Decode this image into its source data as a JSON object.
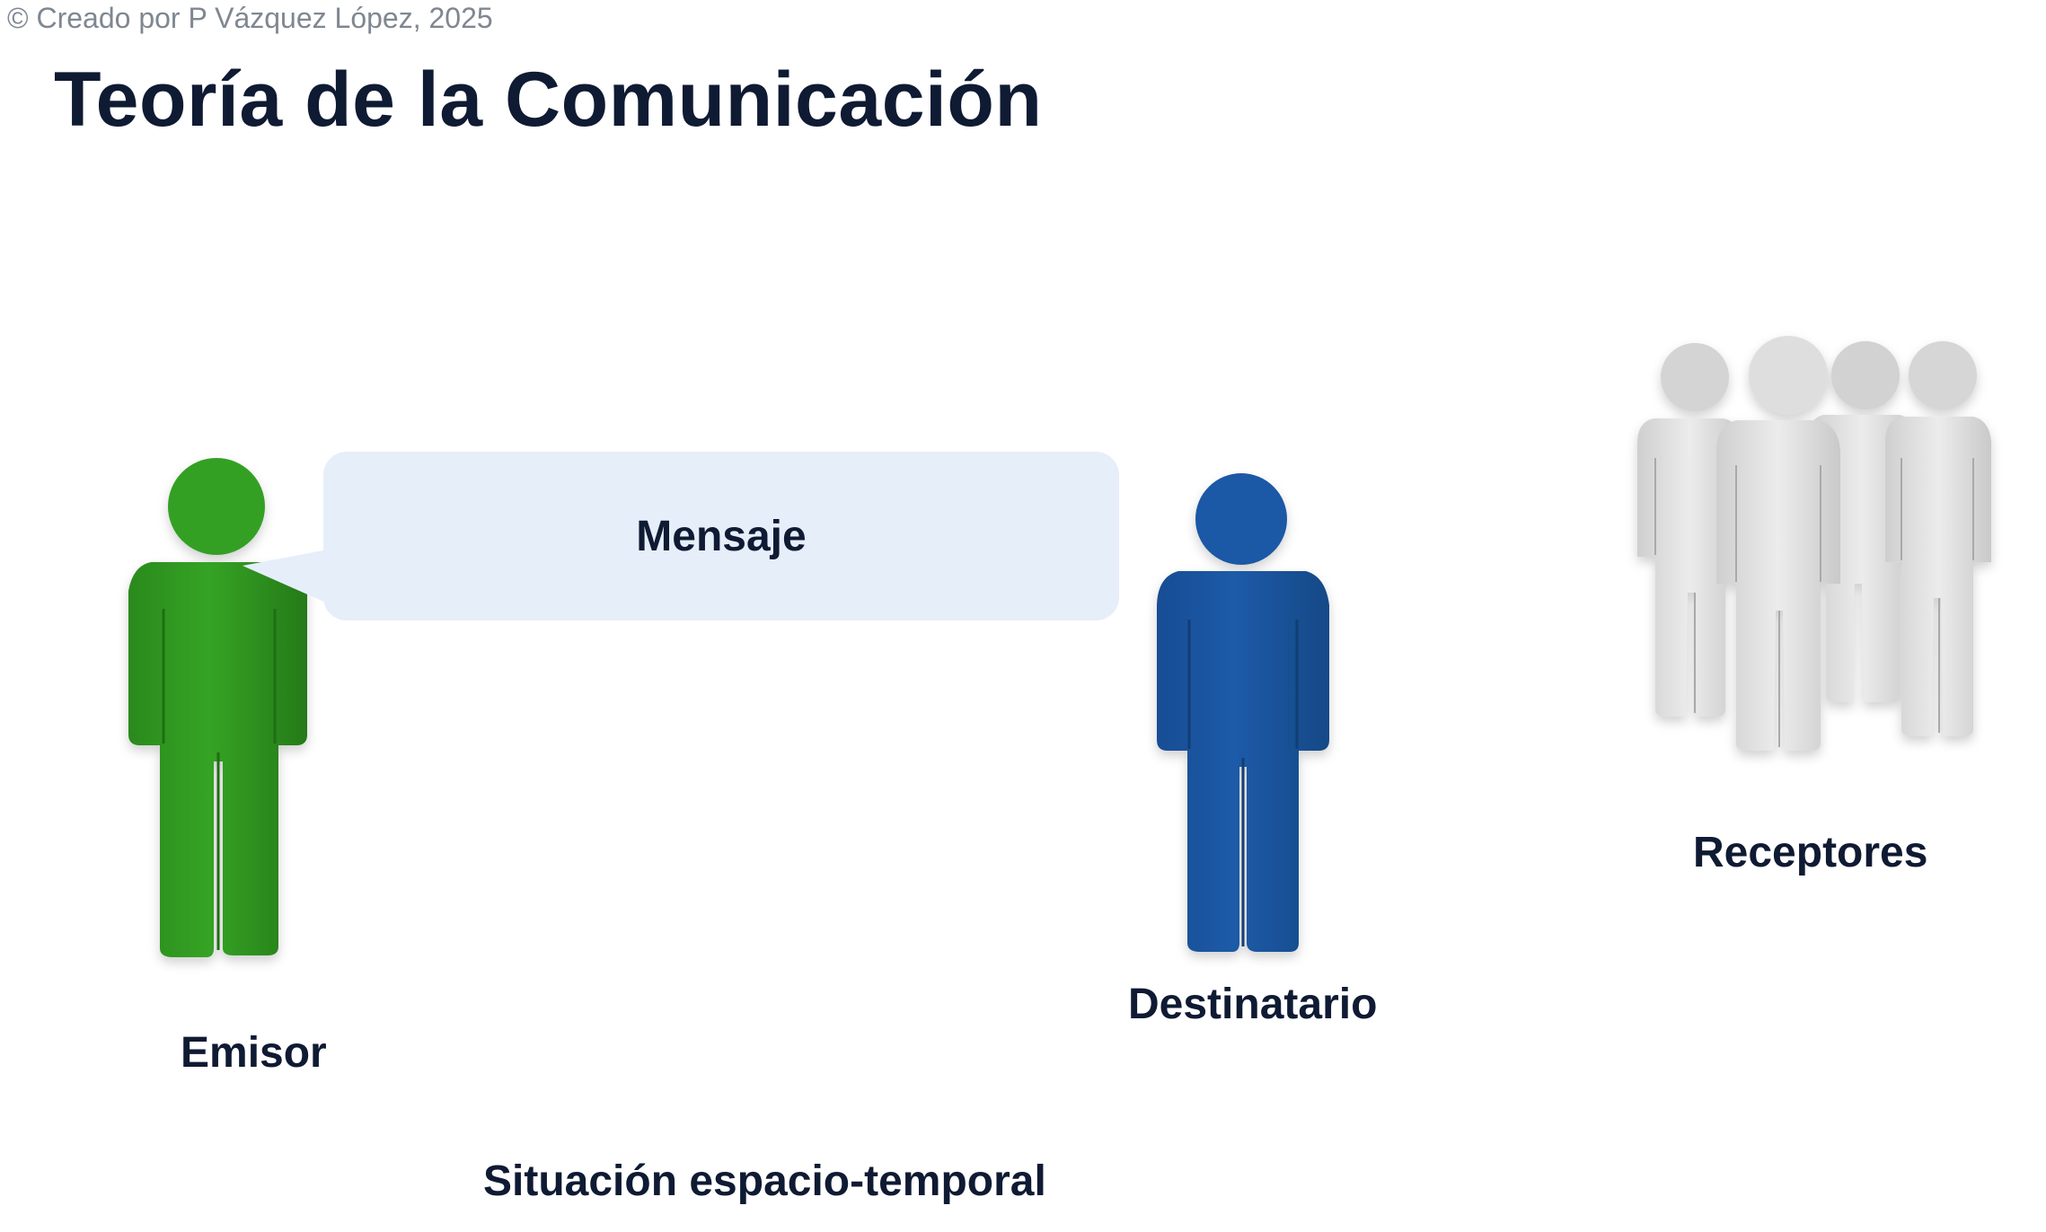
{
  "copyright": "© Creado por P Vázquez López, 2025",
  "title": "Teoría de la Comunicación",
  "message_label": "Mensaje",
  "sender_label": "Emisor",
  "recipient_label": "Destinatario",
  "receivers_label": "Receptores",
  "context_label": "Situación espacio-temporal",
  "colors": {
    "sender": "#2e961f",
    "recipient": "#1a56a3",
    "receivers": "#dddddd",
    "bubble": "#e6eefa",
    "text": "#0f1a33"
  },
  "icons": {
    "sender": "green-person-icon",
    "recipient": "blue-person-icon",
    "receivers": "group-of-people-icon"
  }
}
